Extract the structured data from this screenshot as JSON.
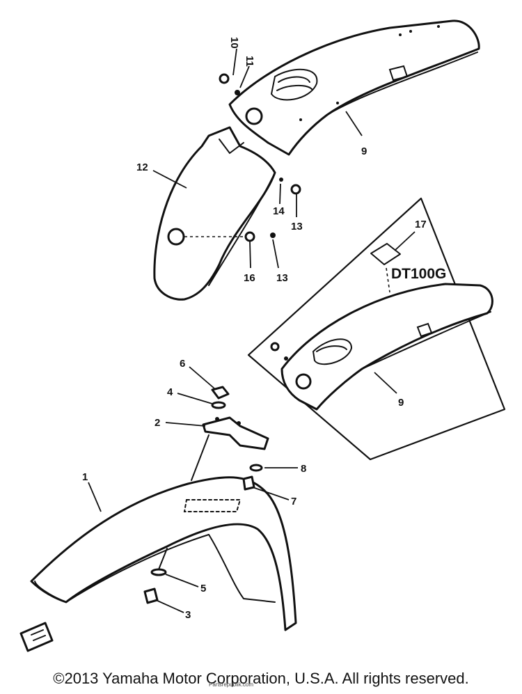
{
  "diagram": {
    "model_label": "DT100G",
    "callouts": [
      {
        "id": "c1",
        "text": "1"
      },
      {
        "id": "c2",
        "text": "2"
      },
      {
        "id": "c3",
        "text": "3"
      },
      {
        "id": "c4",
        "text": "4"
      },
      {
        "id": "c5",
        "text": "5"
      },
      {
        "id": "c6",
        "text": "6"
      },
      {
        "id": "c7",
        "text": "7"
      },
      {
        "id": "c8",
        "text": "8"
      },
      {
        "id": "c9a",
        "text": "9"
      },
      {
        "id": "c9b",
        "text": "9"
      },
      {
        "id": "c10",
        "text": "10"
      },
      {
        "id": "c11",
        "text": "11"
      },
      {
        "id": "c12",
        "text": "12"
      },
      {
        "id": "c13a",
        "text": "13"
      },
      {
        "id": "c13b",
        "text": "13"
      },
      {
        "id": "c14",
        "text": "14"
      },
      {
        "id": "c16",
        "text": "16"
      },
      {
        "id": "c17",
        "text": "17"
      }
    ]
  },
  "footer": {
    "copyright": "©2013 Yamaha Motor Corporation, U.S.A. All rights reserved.",
    "watermark_small": "Partsrepublik.com"
  }
}
